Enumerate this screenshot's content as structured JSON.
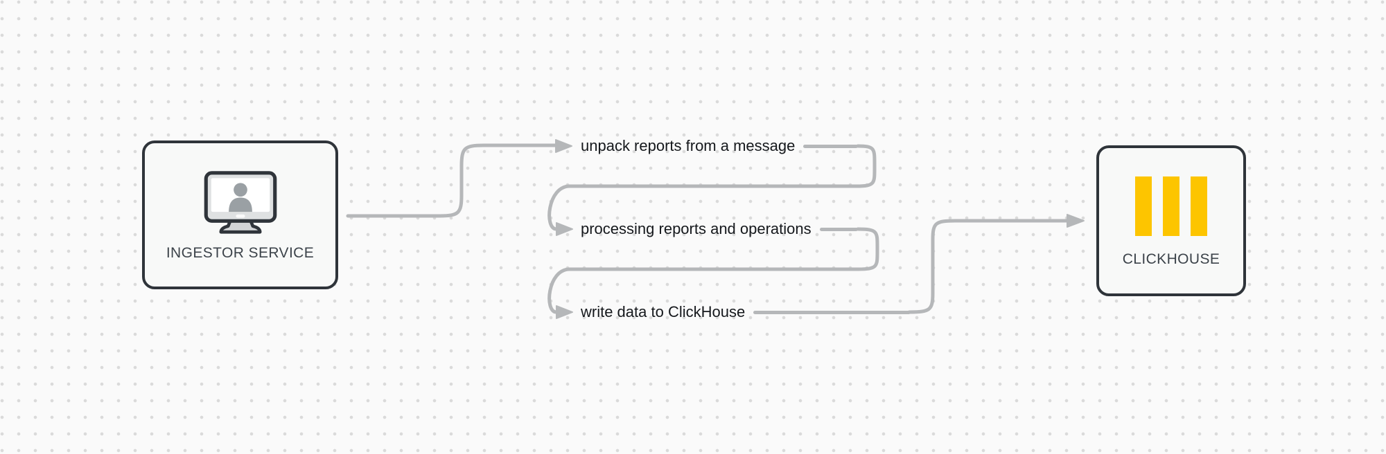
{
  "diagram": {
    "nodes": {
      "ingestor": {
        "label": "INGESTOR SERVICE",
        "icon": "monitor-user-icon"
      },
      "clickhouse": {
        "label": "CLICKHOUSE",
        "icon": "clickhouse-logo-icon"
      }
    },
    "steps": [
      {
        "label": "unpack reports from a message"
      },
      {
        "label": "processing reports and operations"
      },
      {
        "label": "write data to ClickHouse"
      }
    ]
  },
  "colors": {
    "canvas-bg": "#fafafa",
    "grid-dot": "#dadada",
    "node-bg": "#f8f9f8",
    "node-border": "#2f343a",
    "node-label": "#3c434a",
    "step-label": "#15181c",
    "connector": "#b5b7b9",
    "clickhouse-yellow": "#FDC500"
  }
}
